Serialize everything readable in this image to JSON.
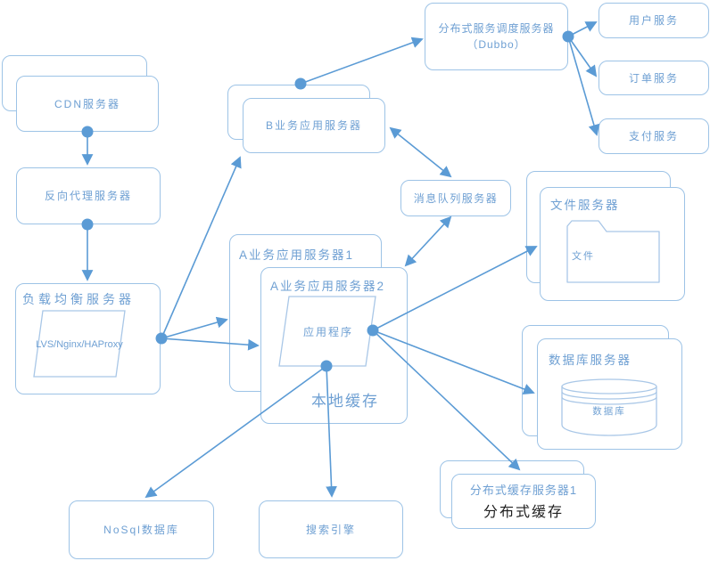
{
  "diagram": {
    "nodes": {
      "cdn": {
        "label": "CDN服务器"
      },
      "reverse_proxy": {
        "label": "反向代理服务器"
      },
      "load_balancer": {
        "title": "负载均衡服务器",
        "component": "LVS/Nginx/HAProxy"
      },
      "b_app_server": {
        "label": "B业务应用服务器"
      },
      "a_app_server_1": {
        "title": "A业务应用服务器1"
      },
      "a_app_server_2": {
        "title": "A业务应用服务器2",
        "component": "应用程序",
        "note": "本地缓存"
      },
      "dubbo_scheduler": {
        "label_line1": "分布式服务调度服务器",
        "label_line2": "（Dubbo）"
      },
      "user_service": {
        "label": "用户服务"
      },
      "order_service": {
        "label": "订单服务"
      },
      "pay_service": {
        "label": "支付服务"
      },
      "message_queue": {
        "label": "消息队列服务器"
      },
      "file_server": {
        "title": "文件服务器",
        "component": "文件"
      },
      "db_server": {
        "title": "数据库服务器",
        "component": "数据库"
      },
      "distributed_cache": {
        "title": "分布式缓存服务器1",
        "note": "分布式缓存"
      },
      "nosql_db": {
        "label": "NoSql数据库"
      },
      "search_engine": {
        "label": "搜索引擎"
      }
    },
    "colors": {
      "connector": "#5b9bd5",
      "box_border": "#9dc3e6",
      "label_text": "#6fa0d3",
      "note_text": "#1f1f1f",
      "background": "#ffffff"
    }
  }
}
